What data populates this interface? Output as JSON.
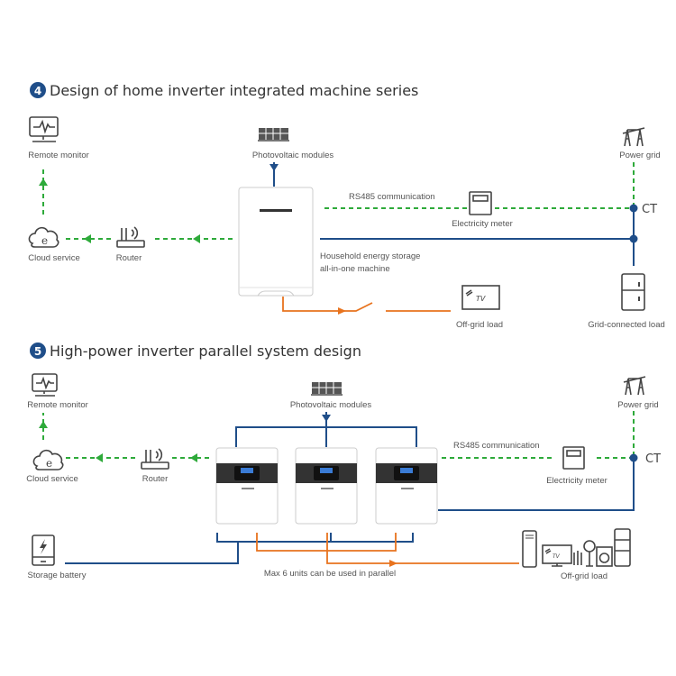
{
  "colors": {
    "comm": "#2eaa3a",
    "dc_grid": "#1f4e89",
    "load": "#e8731e",
    "heading_badge": "#1f4e89"
  },
  "section4": {
    "number": "4",
    "title": "Design of home inverter integrated machine series",
    "remote_monitor": "Remote monitor",
    "cloud_service": "Cloud service",
    "router": "Router",
    "pv_modules": "Photovoltaic modules",
    "rs485": "RS485 communication",
    "meter": "Electricity meter",
    "ct": "CT",
    "power_grid": "Power grid",
    "machine_line1": "Household energy storage",
    "machine_line2": "all-in-one machine",
    "off_grid_load": "Off-grid  load",
    "grid_load": "Grid-connected load",
    "cloud_glyph": "e",
    "tv_glyph": "TV"
  },
  "section5": {
    "number": "5",
    "title": "High-power inverter parallel system design",
    "remote_monitor": "Remote monitor",
    "cloud_service": "Cloud service",
    "router": "Router",
    "pv_modules": "Photovoltaic modules",
    "rs485": "RS485 communication",
    "meter": "Electricity meter",
    "ct": "CT",
    "power_grid": "Power grid",
    "storage_battery": "Storage battery",
    "parallel_note": "Max 6 units can be used in parallel",
    "off_grid_load": "Off-grid  load",
    "cloud_glyph": "e",
    "tv_glyph": "TV"
  }
}
